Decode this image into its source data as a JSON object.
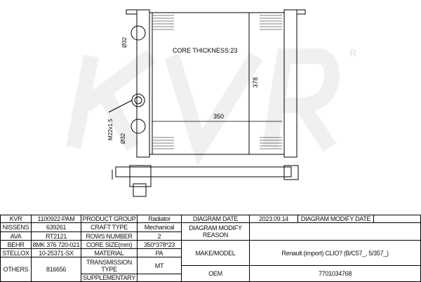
{
  "drawing": {
    "watermark": "KVR",
    "registered": "R",
    "core_thickness": "CORE THICKNESS:23",
    "dim_height": "378",
    "dim_width": "350",
    "dim_pipe_top": "Ø32",
    "dim_pipe_bottom": "Ø32",
    "dim_thread": "M22x1.5"
  },
  "table": {
    "brands": [
      {
        "name": "KVR",
        "code": "1100922-PAM"
      },
      {
        "name": "NISSENS",
        "code": "639261"
      },
      {
        "name": "AVA",
        "code": "RT2121"
      },
      {
        "name": "BEHR",
        "code": "8MK 376 720-021"
      },
      {
        "name": "STELLOX",
        "code": "10-25371-SX"
      },
      {
        "name": "OTHERS",
        "code": "816656"
      }
    ],
    "props": [
      {
        "label": "PRODUCT GROUP",
        "value": "Radiator"
      },
      {
        "label": "CRAFT TYPE",
        "value": "Mechanical"
      },
      {
        "label": "ROWS NUMBER",
        "value": "2"
      },
      {
        "label": "CORE SIZE(mm)",
        "value": "350*378*23"
      },
      {
        "label": "MATERIAL",
        "value": "PA"
      },
      {
        "label": "TRANSMISSION TYPE",
        "value": "MT"
      },
      {
        "label": "SUPPLEMENTARY",
        "value": ""
      }
    ],
    "diagram_date_label": "DIAGRAM DATE",
    "diagram_date": "2023.09.14",
    "modify_date_label": "DIAGRAM MODIFY DATE",
    "modify_date": "",
    "modify_reason_label": "DIAGRAM MODIFY REASON",
    "modify_reason": "",
    "make_model_label": "MAKE/MODEL",
    "make_model": "Renault (import) CLIO? (B/C57_, 5/357_)",
    "oem_label": "OEM",
    "oem": "7701034768"
  }
}
